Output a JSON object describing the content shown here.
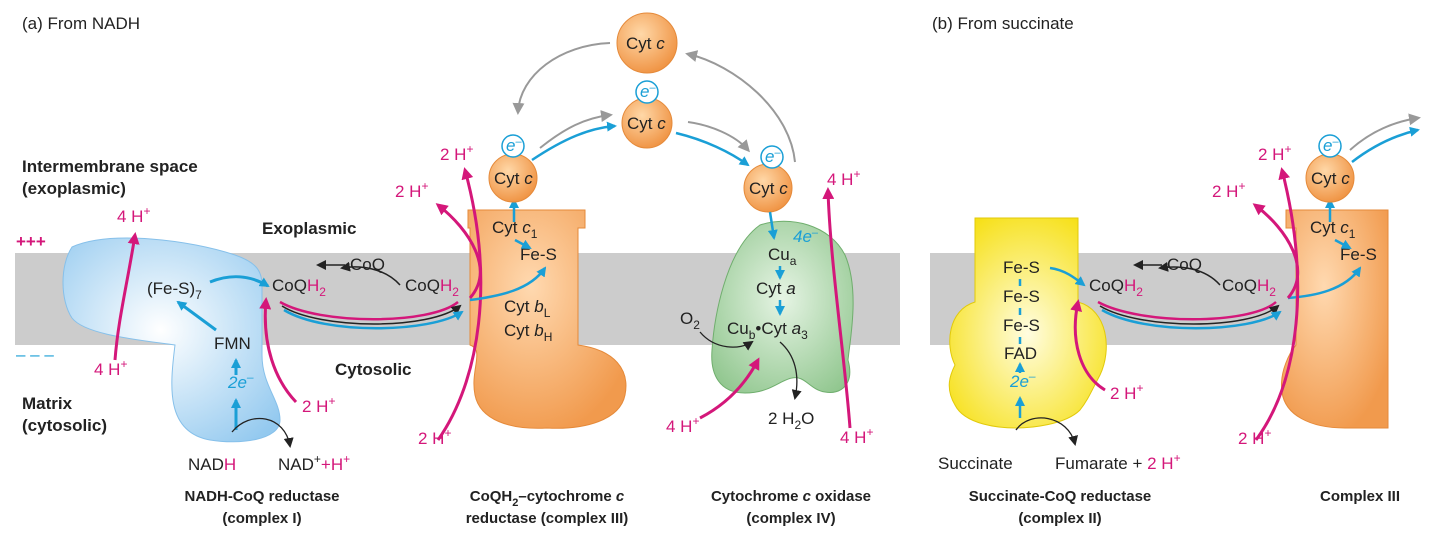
{
  "panels": {
    "a_title": "(a)  From NADH",
    "b_title": "(b)  From succinate"
  },
  "regions": {
    "intermembrane_line1": "Intermembrane space",
    "intermembrane_line2": "(exoplasmic)",
    "matrix_line1": "Matrix",
    "matrix_line2": "(cytosolic)",
    "exoplasmic": "Exoplasmic",
    "cytosolic": "Cytosolic",
    "plus_signs": "+++",
    "minus_signs": "– – –"
  },
  "protons": {
    "four_h": "4 H",
    "two_h": "2 H",
    "plus": "+"
  },
  "cytc": {
    "cyt": "Cyt ",
    "c": "c",
    "electron": "e",
    "electron_sup": "–"
  },
  "complex1": {
    "fes": "(Fe-S)",
    "fes_sub": "7",
    "fmn": "FMN",
    "two_e": "2e",
    "nadh_a": "NAD",
    "nadh_b": "H",
    "nadplus_a": "NAD",
    "nadplus_plus": "+",
    "nadplus_b": "+H",
    "caption_1": "NADH-CoQ reductase",
    "caption_2": "(complex I)"
  },
  "coq": {
    "coq": "CoQ",
    "h2_a": "H",
    "h2_b": "2"
  },
  "complex3": {
    "cytc1_a": "Cyt ",
    "cytc1_b": "c",
    "cytc1_sub": "1",
    "fes": "Fe-S",
    "bl_a": "Cyt ",
    "bl_b": "b",
    "bl_sub": "L",
    "bh_a": "Cyt ",
    "bh_b": "b",
    "bh_sub": "H",
    "caption_1a": "CoQH",
    "caption_1b": "2",
    "caption_1c": "–cytochrome ",
    "caption_1d": "c",
    "caption_2": "reductase (complex III)"
  },
  "complex4": {
    "cua_a": "Cu",
    "cua_sub": "a",
    "four_e": "4e",
    "cyta_a": "Cyt ",
    "cyta_b": "a",
    "o2": "O",
    "o2_sub": "2",
    "cub_a": "Cu",
    "cub_sub": "b",
    "cub_dot": "•Cyt ",
    "cub_b": "a",
    "cub_sub2": "3",
    "water_a": "2 H",
    "water_sub": "2",
    "water_b": "O",
    "caption_1a": "Cytochrome ",
    "caption_1b": "c",
    "caption_1c": " oxidase",
    "caption_2": "(complex IV)"
  },
  "complex2": {
    "fes": "Fe-S",
    "fad": "FAD",
    "two_e": "2e",
    "succinate": "Succinate",
    "fumarate": "Fumarate + ",
    "caption_1": "Succinate-CoQ reductase",
    "caption_2": "(complex II)"
  },
  "complex3b": {
    "caption": "Complex III"
  },
  "colors": {
    "membrane": "#cccccc",
    "proton": "#d4177a",
    "electron": "#1a9fd6",
    "complex1": "#a9d6f2",
    "complex3": "#f5a55f",
    "complex4": "#a6d3a4",
    "complex2": "#ffe83a",
    "cytc": "#f6a457"
  }
}
